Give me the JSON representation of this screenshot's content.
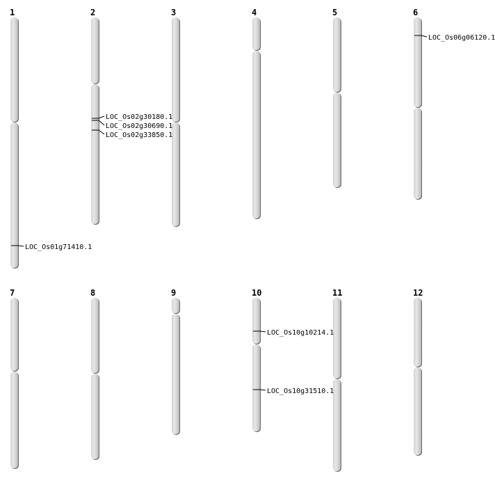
{
  "chromosomes": [
    {
      "name": "1",
      "genes": [
        "LOC_Os01g71410.1"
      ]
    },
    {
      "name": "2",
      "genes": [
        "LOC_Os02g30180.1",
        "LOC_Os02g30690.1",
        "LOC_Os02g33850.1"
      ]
    },
    {
      "name": "3",
      "genes": []
    },
    {
      "name": "4",
      "genes": []
    },
    {
      "name": "5",
      "genes": []
    },
    {
      "name": "6",
      "genes": [
        "LOC_Os06g06120.1"
      ]
    },
    {
      "name": "7",
      "genes": []
    },
    {
      "name": "8",
      "genes": []
    },
    {
      "name": "9",
      "genes": []
    },
    {
      "name": "10",
      "genes": [
        "LOC_Os10g10214.1",
        "LOC_Os10g31510.1"
      ]
    },
    {
      "name": "11",
      "genes": []
    },
    {
      "name": "12",
      "genes": []
    }
  ],
  "colors": {
    "chromosome_light": "#e6e6e6",
    "chromosome_mid": "#c8c8c8",
    "chromosome_edge": "#555555",
    "marker": "#000000"
  }
}
